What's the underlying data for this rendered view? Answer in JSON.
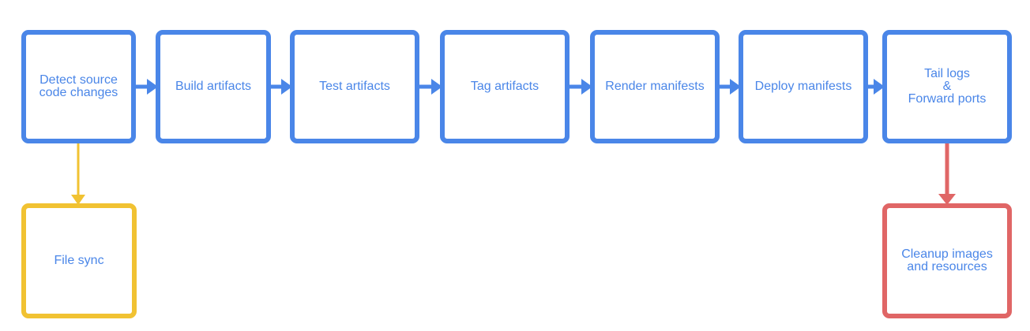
{
  "colors": {
    "primary": "#4a86e8",
    "sync": "#f1c232",
    "cleanup": "#e06666",
    "text": "#4a86e8"
  },
  "steps": [
    {
      "label": "Detect source\ncode changes"
    },
    {
      "label": "Build artifacts"
    },
    {
      "label": "Test artifacts"
    },
    {
      "label": "Tag artifacts"
    },
    {
      "label": "Render manifests"
    },
    {
      "label": "Deploy manifests"
    },
    {
      "label": "Tail logs\n&\nForward ports"
    }
  ],
  "branches": {
    "file_sync": {
      "label": "File sync"
    },
    "cleanup": {
      "label": "Cleanup images\nand resources"
    }
  }
}
